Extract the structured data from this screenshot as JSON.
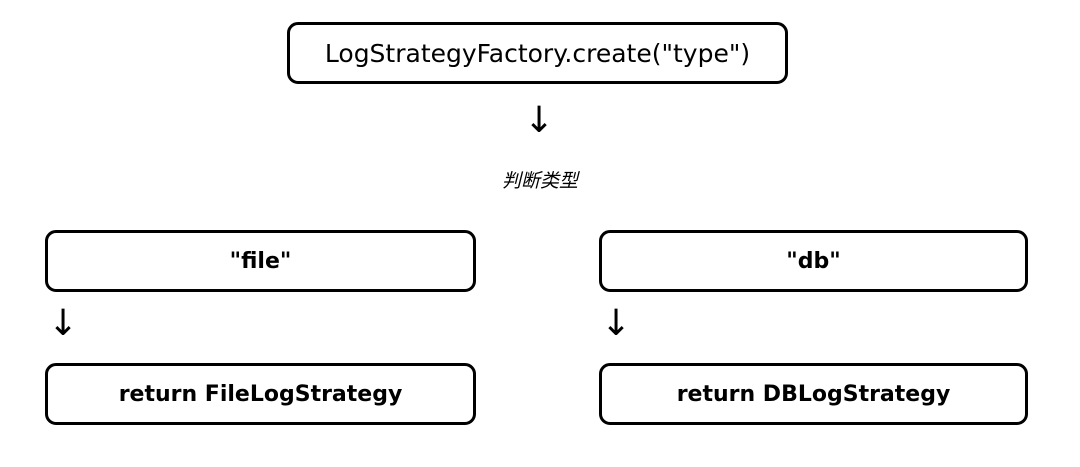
{
  "diagram": {
    "entry": {
      "label": "LogStrategyFactory.create(\"type\")"
    },
    "decision": {
      "label": "判断类型",
      "arrow": "↓"
    },
    "branches": [
      {
        "case_label": "\"file\"",
        "arrow": "↓",
        "result_label": "return FileLogStrategy"
      },
      {
        "case_label": "\"db\"",
        "arrow": "↓",
        "result_label": "return DBLogStrategy"
      }
    ]
  },
  "colors": {
    "border": "#000000",
    "background": "#ffffff",
    "text": "#000000"
  }
}
